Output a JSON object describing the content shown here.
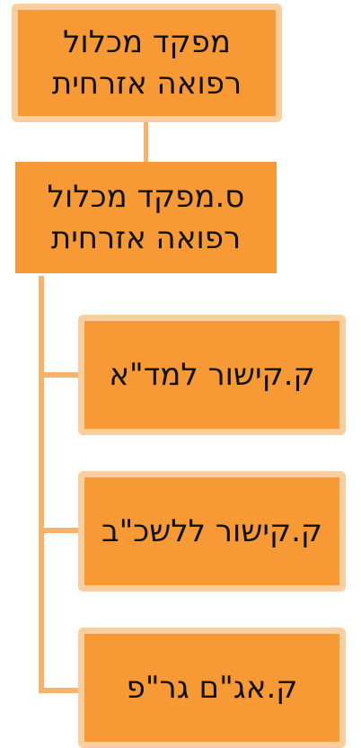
{
  "org_chart": {
    "root": {
      "line1": "מפקד מכלול",
      "line2": "רפואה אזרחית"
    },
    "deputy": {
      "line1": "ס.מפקד מכלול",
      "line2": "רפואה אזרחית"
    },
    "officers": [
      {
        "label": "ק.קישור למד\"א"
      },
      {
        "label": "ק.קישור ללשכ\"ב"
      },
      {
        "label": "ק.אג\"ם גר\"פ"
      }
    ]
  },
  "colors": {
    "node_fill": "#f79a35",
    "node_border": "#fbcf9d",
    "connector": "#f9b26a",
    "text": "#111111"
  }
}
